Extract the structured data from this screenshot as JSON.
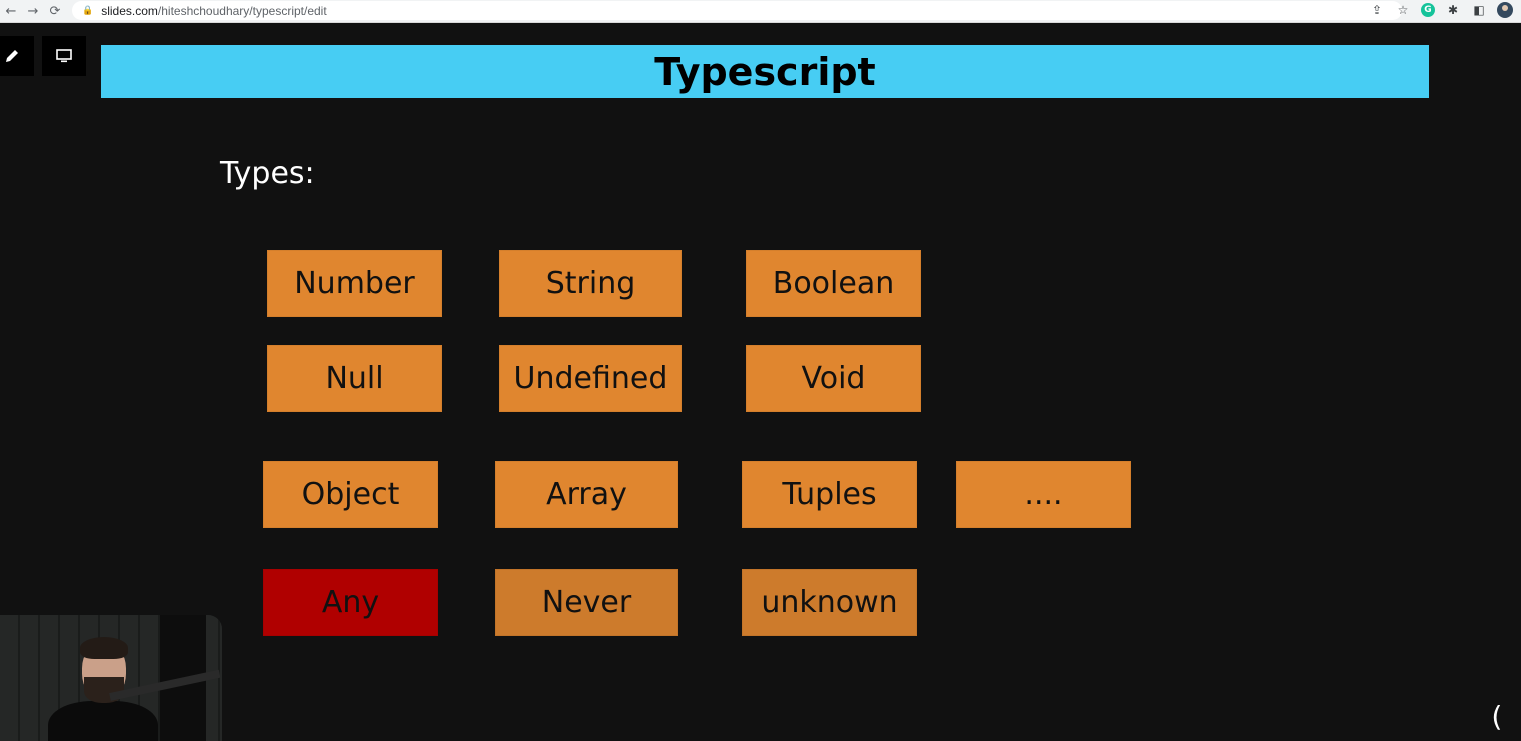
{
  "browser": {
    "url_host": "slides.com",
    "url_path": "/hiteshchoudhary/typescript/edit",
    "nav": {
      "back": "←",
      "forward": "→",
      "reload": "⟳"
    },
    "icons": {
      "share": "⇪",
      "star": "☆",
      "grammarly": "G",
      "extensions": "✱",
      "sidepanel": "◧"
    }
  },
  "tools": {
    "edit_icon": "✎",
    "present_icon": "▭"
  },
  "slide": {
    "title": "Typescript",
    "subtitle": "Types:",
    "colors": {
      "title_bar": "#47cdf3",
      "type_box": "#e0862f",
      "highlight": "#b00000",
      "background": "#111111"
    },
    "rows": [
      [
        "Number",
        "String",
        "Boolean"
      ],
      [
        "Null",
        "Undefined",
        "Void"
      ],
      [
        "Object",
        "Array",
        "Tuples",
        "...."
      ],
      [
        "Any",
        "Never",
        "unknown"
      ]
    ]
  },
  "logo": {
    "glyph": "("
  }
}
